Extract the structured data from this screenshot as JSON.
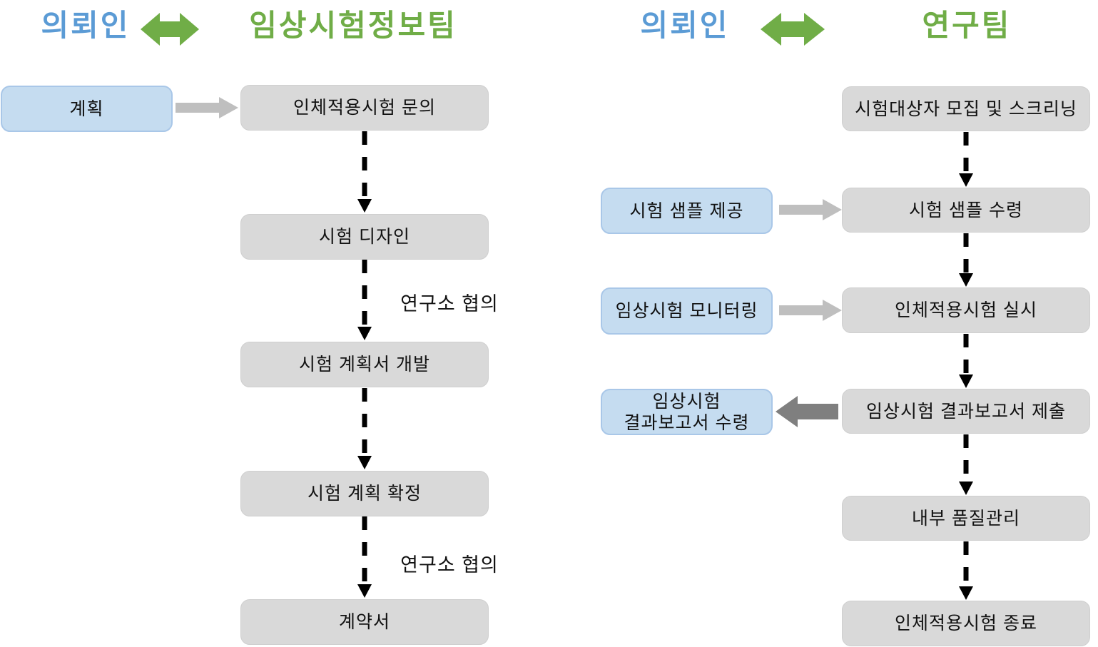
{
  "colors": {
    "client_header": "#5B9BD5",
    "team_header": "#70AD47",
    "arrow_green": "#70AD47",
    "client_box_fill": "#C5DCF0",
    "client_box_border": "#A9C7E8",
    "process_box_fill": "#D9D9D9",
    "arrow_light": "#BFBFBF",
    "arrow_dark": "#7F7F7F",
    "connector": "#000000",
    "text": "#111111"
  },
  "left_flow": {
    "client_header": "의뢰인",
    "team_header": "임상시험정보팀",
    "client_box": "계획",
    "steps": [
      "인체적용시험 문의",
      "시험 디자인",
      "시험 계획서 개발",
      "시험 계획 확정",
      "계약서"
    ],
    "side_notes": [
      "연구소 협의",
      "연구소 협의"
    ]
  },
  "right_flow": {
    "client_header": "의뢰인",
    "team_header": "연구팀",
    "client_boxes": [
      "시험 샘플 제공",
      "임상시험 모니터링",
      "임상시험\n결과보고서 수령"
    ],
    "steps": [
      "시험대상자 모집 및 스크리닝",
      "시험 샘플 수령",
      "인체적용시험 실시",
      "임상시험 결과보고서 제출",
      "내부 품질관리",
      "인체적용시험 종료"
    ]
  }
}
